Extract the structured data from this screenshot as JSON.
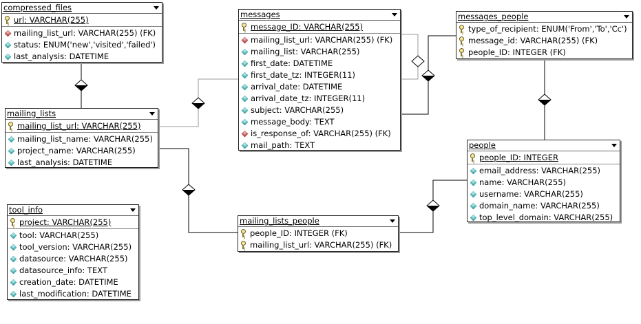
{
  "tables": [
    {
      "key": "compressed_files",
      "title": "compressed_files",
      "columns": [
        {
          "text": "url: VARCHAR(255)",
          "icon": "key"
        },
        {
          "text": "mailing_list_url: VARCHAR(255) (FK)",
          "icon": "fk"
        },
        {
          "text": "status: ENUM('new','visited','failed')",
          "icon": "gem"
        },
        {
          "text": "last_analysis: DATETIME",
          "icon": "gem"
        }
      ]
    },
    {
      "key": "mailing_lists",
      "title": "mailing_lists",
      "columns": [
        {
          "text": "mailing_list_url: VARCHAR(255)",
          "icon": "key"
        },
        {
          "text": "mailing_list_name: VARCHAR(255)",
          "icon": "gem"
        },
        {
          "text": "project_name: VARCHAR(255)",
          "icon": "gem"
        },
        {
          "text": "last_analysis: DATETIME",
          "icon": "gem"
        }
      ]
    },
    {
      "key": "tool_info",
      "title": "tool_info",
      "columns": [
        {
          "text": "project: VARCHAR(255)",
          "icon": "key"
        },
        {
          "text": "tool: VARCHAR(255)",
          "icon": "gem"
        },
        {
          "text": "tool_version: VARCHAR(255)",
          "icon": "gem"
        },
        {
          "text": "datasource: VARCHAR(255)",
          "icon": "gem"
        },
        {
          "text": "datasource_info: TEXT",
          "icon": "gem"
        },
        {
          "text": "creation_date: DATETIME",
          "icon": "gem"
        },
        {
          "text": "last_modification: DATETIME",
          "icon": "gem"
        }
      ]
    },
    {
      "key": "messages",
      "title": "messages",
      "columns": [
        {
          "text": "message_ID: VARCHAR(255)",
          "icon": "key"
        },
        {
          "text": "mailing_list_url: VARCHAR(255) (FK)",
          "icon": "fk"
        },
        {
          "text": "mailing_list: VARCHAR(255)",
          "icon": "gem"
        },
        {
          "text": "first_date: DATETIME",
          "icon": "gem"
        },
        {
          "text": "first_date_tz: INTEGER(11)",
          "icon": "gem"
        },
        {
          "text": "arrival_date: DATETIME",
          "icon": "gem"
        },
        {
          "text": "arrival_date_tz: INTEGER(11)",
          "icon": "gem"
        },
        {
          "text": "subject: VARCHAR(255)",
          "icon": "gem"
        },
        {
          "text": "message_body: TEXT",
          "icon": "gem"
        },
        {
          "text": "is_response_of: VARCHAR(255) (FK)",
          "icon": "fk"
        },
        {
          "text": "mail_path: TEXT",
          "icon": "gem"
        }
      ]
    },
    {
      "key": "mailing_lists_people",
      "title": "mailing_lists_people",
      "columns": [
        {
          "text": "people_ID: INTEGER (FK)",
          "icon": "key"
        },
        {
          "text": "mailing_list_url: VARCHAR(255) (FK)",
          "icon": "key"
        }
      ]
    },
    {
      "key": "messages_people",
      "title": "messages_people",
      "columns": [
        {
          "text": "type_of_recipient: ENUM('From','To','Cc')",
          "icon": "key"
        },
        {
          "text": "message_id: VARCHAR(255) (FK)",
          "icon": "key"
        },
        {
          "text": "people_ID: INTEGER (FK)",
          "icon": "key"
        }
      ]
    },
    {
      "key": "people",
      "title": "people",
      "columns": [
        {
          "text": "people_ID: INTEGER",
          "icon": "key"
        },
        {
          "text": "email_address: VARCHAR(255)",
          "icon": "gem"
        },
        {
          "text": "name: VARCHAR(255)",
          "icon": "gem"
        },
        {
          "text": "username: VARCHAR(255)",
          "icon": "gem"
        },
        {
          "text": "domain_name: VARCHAR(255)",
          "icon": "gem"
        },
        {
          "text": "top_level_domain: VARCHAR(255)",
          "icon": "gem"
        }
      ]
    }
  ],
  "colors": {
    "line": "#000000",
    "selfref_line": "#9a9a9a",
    "border": "#222222",
    "shadow": "#9a9a9a"
  }
}
